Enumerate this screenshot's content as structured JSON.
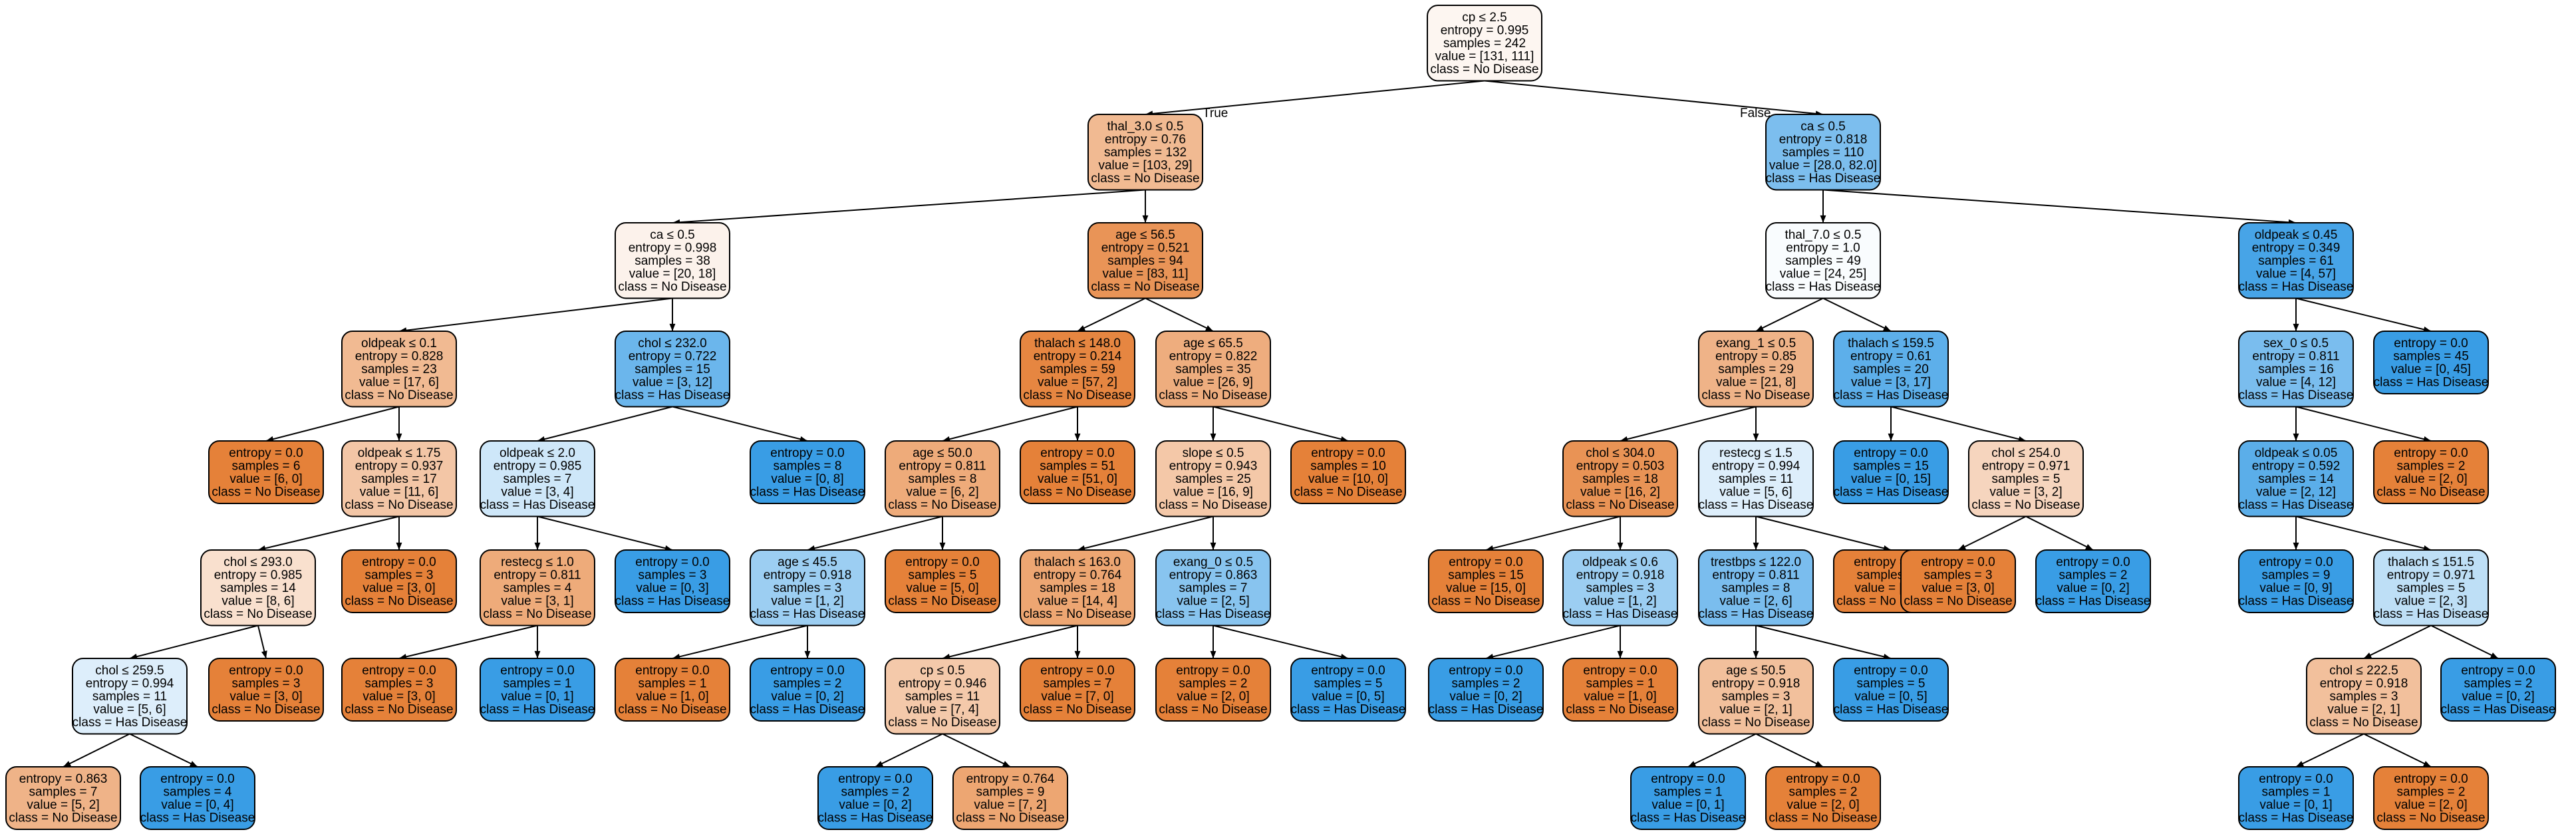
{
  "colors": {
    "no_disease": "#e58139",
    "has_disease": "#399de5",
    "edge": "#000000",
    "background": "#ffffff"
  },
  "edge_labels": {
    "true_label": "True",
    "false_label": "False"
  },
  "nodes": [
    {
      "id": "n0",
      "lines": [
        "cp ≤ 2.5",
        "entropy = 0.995",
        "samples = 242",
        "value = [131, 111]",
        "class = No Disease"
      ],
      "class": "no",
      "purity": 0.07
    },
    {
      "id": "n1",
      "lines": [
        "thal_3.0 ≤ 0.5",
        "entropy = 0.76",
        "samples = 132",
        "value = [103, 29]",
        "class = No Disease"
      ],
      "class": "no",
      "purity": 0.55
    },
    {
      "id": "n2",
      "lines": [
        "ca ≤ 0.5",
        "entropy = 0.998",
        "samples = 38",
        "value = [20, 18]",
        "class = No Disease"
      ],
      "class": "no",
      "purity": 0.1
    },
    {
      "id": "n3",
      "lines": [
        "oldpeak ≤ 0.1",
        "entropy = 0.828",
        "samples = 23",
        "value = [17, 6]",
        "class = No Disease"
      ],
      "class": "no",
      "purity": 0.55
    },
    {
      "id": "n4",
      "lines": [
        "entropy = 0.0",
        "samples = 6",
        "value = [6, 0]",
        "class = No Disease"
      ],
      "class": "no",
      "purity": 1
    },
    {
      "id": "n5",
      "lines": [
        "oldpeak ≤ 1.75",
        "entropy = 0.937",
        "samples = 17",
        "value = [11, 6]",
        "class = No Disease"
      ],
      "class": "no",
      "purity": 0.45
    },
    {
      "id": "n6",
      "lines": [
        "chol ≤ 293.0",
        "entropy = 0.985",
        "samples = 14",
        "value = [8, 6]",
        "class = No Disease"
      ],
      "class": "no",
      "purity": 0.25
    },
    {
      "id": "n7",
      "lines": [
        "chol ≤ 259.5",
        "entropy = 0.994",
        "samples = 11",
        "value = [5, 6]",
        "class = Has Disease"
      ],
      "class": "has",
      "purity": 0.17
    },
    {
      "id": "n8",
      "lines": [
        "entropy = 0.863",
        "samples = 7",
        "value = [5, 2]",
        "class = No Disease"
      ],
      "class": "no",
      "purity": 0.6
    },
    {
      "id": "n9",
      "lines": [
        "entropy = 0.0",
        "samples = 4",
        "value = [0, 4]",
        "class = Has Disease"
      ],
      "class": "has",
      "purity": 1
    },
    {
      "id": "n10",
      "lines": [
        "entropy = 0.0",
        "samples = 3",
        "value = [3, 0]",
        "class = No Disease"
      ],
      "class": "no",
      "purity": 1
    },
    {
      "id": "n11",
      "lines": [
        "entropy = 0.0",
        "samples = 3",
        "value = [3, 0]",
        "class = No Disease"
      ],
      "class": "no",
      "purity": 1
    },
    {
      "id": "n12",
      "lines": [
        "chol ≤ 232.0",
        "entropy = 0.722",
        "samples = 15",
        "value = [3, 12]",
        "class = Has Disease"
      ],
      "class": "has",
      "purity": 0.75
    },
    {
      "id": "n13",
      "lines": [
        "oldpeak ≤ 2.0",
        "entropy = 0.985",
        "samples = 7",
        "value = [3, 4]",
        "class = Has Disease"
      ],
      "class": "has",
      "purity": 0.25
    },
    {
      "id": "n14",
      "lines": [
        "restecg ≤ 1.0",
        "entropy = 0.811",
        "samples = 4",
        "value = [3, 1]",
        "class = No Disease"
      ],
      "class": "no",
      "purity": 0.67
    },
    {
      "id": "n15",
      "lines": [
        "entropy = 0.0",
        "samples = 3",
        "value = [3, 0]",
        "class = No Disease"
      ],
      "class": "no",
      "purity": 1
    },
    {
      "id": "n16",
      "lines": [
        "entropy = 0.0",
        "samples = 1",
        "value = [0, 1]",
        "class = Has Disease"
      ],
      "class": "has",
      "purity": 1
    },
    {
      "id": "n17",
      "lines": [
        "entropy = 0.0",
        "samples = 3",
        "value = [0, 3]",
        "class = Has Disease"
      ],
      "class": "has",
      "purity": 1
    },
    {
      "id": "n18",
      "lines": [
        "entropy = 0.0",
        "samples = 8",
        "value = [0, 8]",
        "class = Has Disease"
      ],
      "class": "has",
      "purity": 1
    },
    {
      "id": "n19",
      "lines": [
        "age ≤ 56.5",
        "entropy = 0.521",
        "samples = 94",
        "value = [83, 11]",
        "class = No Disease"
      ],
      "class": "no",
      "purity": 0.85
    },
    {
      "id": "n20",
      "lines": [
        "thalach ≤ 148.0",
        "entropy = 0.214",
        "samples = 59",
        "value = [57, 2]",
        "class = No Disease"
      ],
      "class": "no",
      "purity": 0.96
    },
    {
      "id": "n21",
      "lines": [
        "age ≤ 50.0",
        "entropy = 0.811",
        "samples = 8",
        "value = [6, 2]",
        "class = No Disease"
      ],
      "class": "no",
      "purity": 0.67
    },
    {
      "id": "n22",
      "lines": [
        "age ≤ 45.5",
        "entropy = 0.918",
        "samples = 3",
        "value = [1, 2]",
        "class = Has Disease"
      ],
      "class": "has",
      "purity": 0.5
    },
    {
      "id": "n23",
      "lines": [
        "entropy = 0.0",
        "samples = 1",
        "value = [1, 0]",
        "class = No Disease"
      ],
      "class": "no",
      "purity": 1
    },
    {
      "id": "n24",
      "lines": [
        "entropy = 0.0",
        "samples = 2",
        "value = [0, 2]",
        "class = Has Disease"
      ],
      "class": "has",
      "purity": 1
    },
    {
      "id": "n25",
      "lines": [
        "entropy = 0.0",
        "samples = 5",
        "value = [5, 0]",
        "class = No Disease"
      ],
      "class": "no",
      "purity": 1
    },
    {
      "id": "n26",
      "lines": [
        "entropy = 0.0",
        "samples = 51",
        "value = [51, 0]",
        "class = No Disease"
      ],
      "class": "no",
      "purity": 1
    },
    {
      "id": "n27",
      "lines": [
        "age ≤ 65.5",
        "entropy = 0.822",
        "samples = 35",
        "value = [26, 9]",
        "class = No Disease"
      ],
      "class": "no",
      "purity": 0.65
    },
    {
      "id": "n28",
      "lines": [
        "slope ≤ 0.5",
        "entropy = 0.943",
        "samples = 25",
        "value = [16, 9]",
        "class = No Disease"
      ],
      "class": "no",
      "purity": 0.44
    },
    {
      "id": "n29",
      "lines": [
        "thalach ≤ 163.0",
        "entropy = 0.764",
        "samples = 18",
        "value = [14, 4]",
        "class = No Disease"
      ],
      "class": "no",
      "purity": 0.71
    },
    {
      "id": "n30",
      "lines": [
        "cp ≤ 0.5",
        "entropy = 0.946",
        "samples = 11",
        "value = [7, 4]",
        "class = No Disease"
      ],
      "class": "no",
      "purity": 0.43
    },
    {
      "id": "n31",
      "lines": [
        "entropy = 0.0",
        "samples = 2",
        "value = [0, 2]",
        "class = Has Disease"
      ],
      "class": "has",
      "purity": 1
    },
    {
      "id": "n32",
      "lines": [
        "entropy = 0.764",
        "samples = 9",
        "value = [7, 2]",
        "class = No Disease"
      ],
      "class": "no",
      "purity": 0.71
    },
    {
      "id": "n33",
      "lines": [
        "entropy = 0.0",
        "samples = 7",
        "value = [7, 0]",
        "class = No Disease"
      ],
      "class": "no",
      "purity": 1
    },
    {
      "id": "n34",
      "lines": [
        "exang_0 ≤ 0.5",
        "entropy = 0.863",
        "samples = 7",
        "value = [2, 5]",
        "class = Has Disease"
      ],
      "class": "has",
      "purity": 0.6
    },
    {
      "id": "n35",
      "lines": [
        "entropy = 0.0",
        "samples = 2",
        "value = [2, 0]",
        "class = No Disease"
      ],
      "class": "no",
      "purity": 1
    },
    {
      "id": "n36",
      "lines": [
        "entropy = 0.0",
        "samples = 5",
        "value = [0, 5]",
        "class = Has Disease"
      ],
      "class": "has",
      "purity": 1
    },
    {
      "id": "n37",
      "lines": [
        "entropy = 0.0",
        "samples = 10",
        "value = [10, 0]",
        "class = No Disease"
      ],
      "class": "no",
      "purity": 1
    },
    {
      "id": "n38",
      "lines": [
        "ca ≤ 0.5",
        "entropy = 0.818",
        "samples = 110",
        "value = [28.0, 82.0]",
        "class = Has Disease"
      ],
      "class": "has",
      "purity": 0.66
    },
    {
      "id": "n39",
      "lines": [
        "thal_7.0 ≤ 0.5",
        "entropy = 1.0",
        "samples = 49",
        "value = [24, 25]",
        "class = Has Disease"
      ],
      "class": "has",
      "purity": 0.03
    },
    {
      "id": "n40",
      "lines": [
        "exang_1 ≤ 0.5",
        "entropy = 0.85",
        "samples = 29",
        "value = [21, 8]",
        "class = No Disease"
      ],
      "class": "no",
      "purity": 0.6
    },
    {
      "id": "n41",
      "lines": [
        "chol ≤ 304.0",
        "entropy = 0.503",
        "samples = 18",
        "value = [16, 2]",
        "class = No Disease"
      ],
      "class": "no",
      "purity": 0.86
    },
    {
      "id": "n42",
      "lines": [
        "entropy = 0.0",
        "samples = 15",
        "value = [15, 0]",
        "class = No Disease"
      ],
      "class": "no",
      "purity": 1
    },
    {
      "id": "n43",
      "lines": [
        "oldpeak ≤ 0.6",
        "entropy = 0.918",
        "samples = 3",
        "value = [1, 2]",
        "class = Has Disease"
      ],
      "class": "has",
      "purity": 0.5
    },
    {
      "id": "n44",
      "lines": [
        "entropy = 0.0",
        "samples = 2",
        "value = [0, 2]",
        "class = Has Disease"
      ],
      "class": "has",
      "purity": 1
    },
    {
      "id": "n45",
      "lines": [
        "entropy = 0.0",
        "samples = 1",
        "value = [1, 0]",
        "class = No Disease"
      ],
      "class": "no",
      "purity": 1
    },
    {
      "id": "n46",
      "lines": [
        "restecg ≤ 1.5",
        "entropy = 0.994",
        "samples = 11",
        "value = [5, 6]",
        "class = Has Disease"
      ],
      "class": "has",
      "purity": 0.17
    },
    {
      "id": "n47",
      "lines": [
        "trestbps ≤ 122.0",
        "entropy = 0.811",
        "samples = 8",
        "value = [2, 6]",
        "class = Has Disease"
      ],
      "class": "has",
      "purity": 0.67
    },
    {
      "id": "n48",
      "lines": [
        "age ≤ 50.5",
        "entropy = 0.918",
        "samples = 3",
        "value = [2, 1]",
        "class = No Disease"
      ],
      "class": "no",
      "purity": 0.5
    },
    {
      "id": "n49",
      "lines": [
        "entropy = 0.0",
        "samples = 1",
        "value = [0, 1]",
        "class = Has Disease"
      ],
      "class": "has",
      "purity": 1
    },
    {
      "id": "n50",
      "lines": [
        "entropy = 0.0",
        "samples = 2",
        "value = [2, 0]",
        "class = No Disease"
      ],
      "class": "no",
      "purity": 1
    },
    {
      "id": "n51",
      "lines": [
        "entropy = 0.0",
        "samples = 5",
        "value = [0, 5]",
        "class = Has Disease"
      ],
      "class": "has",
      "purity": 1
    },
    {
      "id": "n52",
      "lines": [
        "entropy = 0.0",
        "samples = 3",
        "value = [3, 0]",
        "class = No Disease"
      ],
      "class": "no",
      "purity": 1
    },
    {
      "id": "n53",
      "lines": [
        "thalach ≤ 159.5",
        "entropy = 0.61",
        "samples = 20",
        "value = [3, 17]",
        "class = Has Disease"
      ],
      "class": "has",
      "purity": 0.82
    },
    {
      "id": "n54",
      "lines": [
        "entropy = 0.0",
        "samples = 15",
        "value = [0, 15]",
        "class = Has Disease"
      ],
      "class": "has",
      "purity": 1
    },
    {
      "id": "n55",
      "lines": [
        "chol ≤ 254.0",
        "entropy = 0.971",
        "samples = 5",
        "value = [3, 2]",
        "class = No Disease"
      ],
      "class": "no",
      "purity": 0.33
    },
    {
      "id": "n56",
      "lines": [
        "entropy = 0.0",
        "samples = 3",
        "value = [3, 0]",
        "class = No Disease"
      ],
      "class": "no",
      "purity": 1
    },
    {
      "id": "n57",
      "lines": [
        "entropy = 0.0",
        "samples = 2",
        "value = [0, 2]",
        "class = Has Disease"
      ],
      "class": "has",
      "purity": 1
    },
    {
      "id": "n58",
      "lines": [
        "oldpeak ≤ 0.45",
        "entropy = 0.349",
        "samples = 61",
        "value = [4, 57]",
        "class = Has Disease"
      ],
      "class": "has",
      "purity": 0.93
    },
    {
      "id": "n59",
      "lines": [
        "sex_0 ≤ 0.5",
        "entropy = 0.811",
        "samples = 16",
        "value = [4, 12]",
        "class = Has Disease"
      ],
      "class": "has",
      "purity": 0.67
    },
    {
      "id": "n60",
      "lines": [
        "oldpeak ≤ 0.05",
        "entropy = 0.592",
        "samples = 14",
        "value = [2, 12]",
        "class = Has Disease"
      ],
      "class": "has",
      "purity": 0.83
    },
    {
      "id": "n61",
      "lines": [
        "entropy = 0.0",
        "samples = 9",
        "value = [0, 9]",
        "class = Has Disease"
      ],
      "class": "has",
      "purity": 1
    },
    {
      "id": "n62",
      "lines": [
        "thalach ≤ 151.5",
        "entropy = 0.971",
        "samples = 5",
        "value = [2, 3]",
        "class = Has Disease"
      ],
      "class": "has",
      "purity": 0.33
    },
    {
      "id": "n63",
      "lines": [
        "chol ≤ 222.5",
        "entropy = 0.918",
        "samples = 3",
        "value = [2, 1]",
        "class = No Disease"
      ],
      "class": "no",
      "purity": 0.5
    },
    {
      "id": "n64",
      "lines": [
        "entropy = 0.0",
        "samples = 1",
        "value = [0, 1]",
        "class = Has Disease"
      ],
      "class": "has",
      "purity": 1
    },
    {
      "id": "n65",
      "lines": [
        "entropy = 0.0",
        "samples = 2",
        "value = [2, 0]",
        "class = No Disease"
      ],
      "class": "no",
      "purity": 1
    },
    {
      "id": "n66",
      "lines": [
        "entropy = 0.0",
        "samples = 2",
        "value = [0, 2]",
        "class = Has Disease"
      ],
      "class": "has",
      "purity": 1
    },
    {
      "id": "n67",
      "lines": [
        "entropy = 0.0",
        "samples = 2",
        "value = [2, 0]",
        "class = No Disease"
      ],
      "class": "no",
      "purity": 1
    },
    {
      "id": "n68",
      "lines": [
        "entropy = 0.0",
        "samples = 45",
        "value = [0, 45]",
        "class = Has Disease"
      ],
      "class": "has",
      "purity": 1
    }
  ],
  "edges": [
    [
      "n0",
      "n1"
    ],
    [
      "n0",
      "n38"
    ],
    [
      "n1",
      "n2"
    ],
    [
      "n1",
      "n19"
    ],
    [
      "n2",
      "n3"
    ],
    [
      "n2",
      "n12"
    ],
    [
      "n3",
      "n4"
    ],
    [
      "n3",
      "n5"
    ],
    [
      "n5",
      "n6"
    ],
    [
      "n5",
      "n11"
    ],
    [
      "n6",
      "n7"
    ],
    [
      "n6",
      "n10"
    ],
    [
      "n7",
      "n8"
    ],
    [
      "n7",
      "n9"
    ],
    [
      "n12",
      "n13"
    ],
    [
      "n12",
      "n18"
    ],
    [
      "n13",
      "n14"
    ],
    [
      "n13",
      "n17"
    ],
    [
      "n14",
      "n15"
    ],
    [
      "n14",
      "n16"
    ],
    [
      "n19",
      "n20"
    ],
    [
      "n19",
      "n27"
    ],
    [
      "n20",
      "n21"
    ],
    [
      "n20",
      "n26"
    ],
    [
      "n21",
      "n22"
    ],
    [
      "n21",
      "n25"
    ],
    [
      "n22",
      "n23"
    ],
    [
      "n22",
      "n24"
    ],
    [
      "n27",
      "n28"
    ],
    [
      "n27",
      "n37"
    ],
    [
      "n28",
      "n29"
    ],
    [
      "n28",
      "n34"
    ],
    [
      "n29",
      "n30"
    ],
    [
      "n29",
      "n33"
    ],
    [
      "n30",
      "n31"
    ],
    [
      "n30",
      "n32"
    ],
    [
      "n34",
      "n35"
    ],
    [
      "n34",
      "n36"
    ],
    [
      "n38",
      "n39"
    ],
    [
      "n38",
      "n58"
    ],
    [
      "n39",
      "n40"
    ],
    [
      "n39",
      "n53"
    ],
    [
      "n40",
      "n41"
    ],
    [
      "n40",
      "n46"
    ],
    [
      "n41",
      "n42"
    ],
    [
      "n41",
      "n43"
    ],
    [
      "n43",
      "n44"
    ],
    [
      "n43",
      "n45"
    ],
    [
      "n46",
      "n47"
    ],
    [
      "n46",
      "n52"
    ],
    [
      "n47",
      "n48"
    ],
    [
      "n47",
      "n51"
    ],
    [
      "n48",
      "n49"
    ],
    [
      "n48",
      "n50"
    ],
    [
      "n53",
      "n54"
    ],
    [
      "n53",
      "n55"
    ],
    [
      "n55",
      "n56"
    ],
    [
      "n55",
      "n57"
    ],
    [
      "n58",
      "n59"
    ],
    [
      "n58",
      "n68"
    ],
    [
      "n59",
      "n60"
    ],
    [
      "n59",
      "n67"
    ],
    [
      "n60",
      "n61"
    ],
    [
      "n60",
      "n62"
    ],
    [
      "n62",
      "n63"
    ],
    [
      "n62",
      "n66"
    ],
    [
      "n63",
      "n64"
    ],
    [
      "n63",
      "n65"
    ]
  ]
}
